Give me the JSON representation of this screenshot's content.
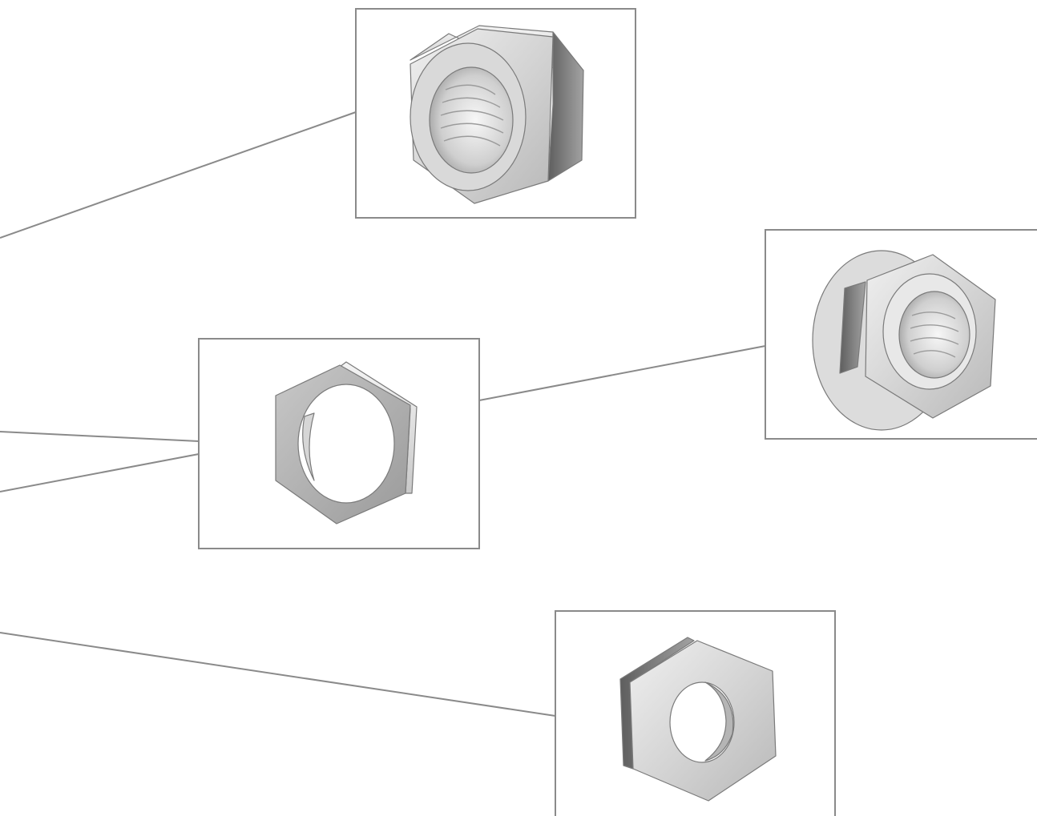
{
  "figure": {
    "panels": [
      {
        "id": "hex-nut",
        "depicts": "hex-nut"
      },
      {
        "id": "thin-hex-nut",
        "depicts": "thin-hex-jam-nut"
      },
      {
        "id": "flange-nut",
        "depicts": "hex-flange-nut"
      },
      {
        "id": "slim-hex-nut",
        "depicts": "slim-hex-nut"
      }
    ],
    "colors": {
      "frame": "#8a8a8a",
      "leader": "#8a8a8a",
      "metal_light": "#e6e6e6",
      "metal_mid": "#c4c4c4",
      "metal_dark": "#7d7d7d"
    }
  }
}
